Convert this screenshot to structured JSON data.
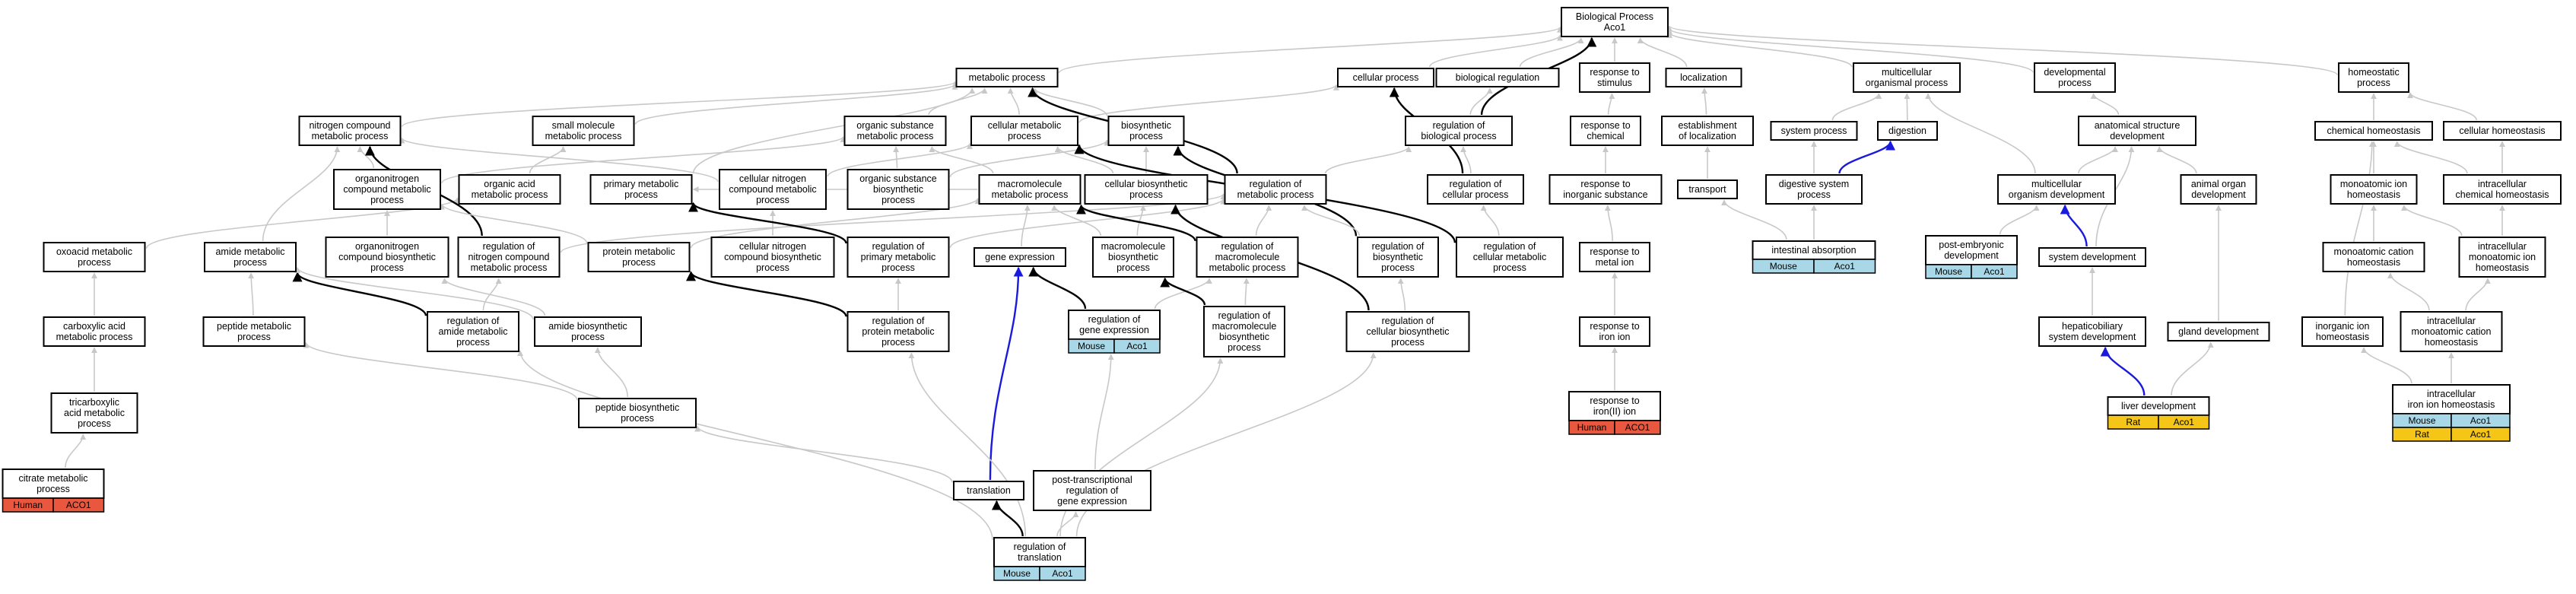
{
  "colors": {
    "mouse": "#a8d8e8",
    "human": "#e8573e",
    "rat": "#f5c518",
    "edge_gray": "#c8c8c8",
    "edge_black": "#000000",
    "edge_blue": "#1a1adc"
  },
  "nodes": [
    {
      "id": "bp",
      "lines": [
        "Biological Process",
        "Aco1"
      ]
    },
    {
      "id": "metabolic",
      "lines": [
        "metabolic process"
      ]
    },
    {
      "id": "cellular",
      "lines": [
        "cellular process"
      ]
    },
    {
      "id": "bioreg",
      "lines": [
        "biological regulation"
      ]
    },
    {
      "id": "stimulus",
      "lines": [
        "response to",
        "stimulus"
      ]
    },
    {
      "id": "localization",
      "lines": [
        "localization"
      ]
    },
    {
      "id": "multiorg",
      "lines": [
        "multicellular",
        "organismal process"
      ]
    },
    {
      "id": "devproc",
      "lines": [
        "developmental",
        "process"
      ]
    },
    {
      "id": "homeostatic",
      "lines": [
        "homeostatic",
        "process"
      ]
    },
    {
      "id": "ncomp",
      "lines": [
        "nitrogen compound",
        "metabolic process"
      ]
    },
    {
      "id": "smallmol",
      "lines": [
        "small molecule",
        "metabolic process"
      ]
    },
    {
      "id": "orgsub",
      "lines": [
        "organic substance",
        "metabolic process"
      ]
    },
    {
      "id": "cellmet",
      "lines": [
        "cellular metabolic",
        "process"
      ]
    },
    {
      "id": "biosyn",
      "lines": [
        "biosynthetic",
        "process"
      ]
    },
    {
      "id": "regbio",
      "lines": [
        "regulation of",
        "biological process"
      ]
    },
    {
      "id": "chem",
      "lines": [
        "response to",
        "chemical"
      ]
    },
    {
      "id": "estloc",
      "lines": [
        "establishment",
        "of localization"
      ]
    },
    {
      "id": "sysproc",
      "lines": [
        "system process"
      ]
    },
    {
      "id": "digestion",
      "lines": [
        "digestion"
      ]
    },
    {
      "id": "anat",
      "lines": [
        "anatomical structure",
        "development"
      ]
    },
    {
      "id": "chemhomeo",
      "lines": [
        "chemical homeostasis"
      ]
    },
    {
      "id": "cellhomeo",
      "lines": [
        "cellular homeostasis"
      ]
    },
    {
      "id": "orgn",
      "lines": [
        "organonitrogen",
        "compound metabolic",
        "process"
      ]
    },
    {
      "id": "orgacid",
      "lines": [
        "organic acid",
        "metabolic process"
      ]
    },
    {
      "id": "primary",
      "lines": [
        "primary metabolic",
        "process"
      ]
    },
    {
      "id": "cellnit",
      "lines": [
        "cellular nitrogen",
        "compound metabolic",
        "process"
      ]
    },
    {
      "id": "orgsubbio",
      "lines": [
        "organic substance",
        "biosynthetic",
        "process"
      ]
    },
    {
      "id": "macro",
      "lines": [
        "macromolecule",
        "metabolic process"
      ]
    },
    {
      "id": "cellbio",
      "lines": [
        "cellular biosynthetic",
        "process"
      ]
    },
    {
      "id": "regmet",
      "lines": [
        "regulation of",
        "metabolic process"
      ]
    },
    {
      "id": "regcell",
      "lines": [
        "regulation of",
        "cellular process"
      ]
    },
    {
      "id": "inorg",
      "lines": [
        "response to",
        "inorganic substance"
      ]
    },
    {
      "id": "transport",
      "lines": [
        "transport"
      ]
    },
    {
      "id": "digsys",
      "lines": [
        "digestive system",
        "process"
      ]
    },
    {
      "id": "multidev",
      "lines": [
        "multicellular",
        "organism development"
      ]
    },
    {
      "id": "animal",
      "lines": [
        "animal organ",
        "development"
      ]
    },
    {
      "id": "monoion",
      "lines": [
        "monoatomic ion",
        "homeostasis"
      ]
    },
    {
      "id": "intrachem",
      "lines": [
        "intracellular",
        "chemical homeostasis"
      ]
    },
    {
      "id": "oxoacid",
      "lines": [
        "oxoacid metabolic",
        "process"
      ]
    },
    {
      "id": "amide",
      "lines": [
        "amide metabolic",
        "process"
      ]
    },
    {
      "id": "orgnbio",
      "lines": [
        "organonitrogen",
        "compound biosynthetic",
        "process"
      ]
    },
    {
      "id": "regnit",
      "lines": [
        "regulation of",
        "nitrogen compound",
        "metabolic process"
      ]
    },
    {
      "id": "protein",
      "lines": [
        "protein metabolic",
        "process"
      ]
    },
    {
      "id": "cellnitbio",
      "lines": [
        "cellular nitrogen",
        "compound biosynthetic",
        "process"
      ]
    },
    {
      "id": "regprim",
      "lines": [
        "regulation of",
        "primary metabolic",
        "process"
      ]
    },
    {
      "id": "geneexp",
      "lines": [
        "gene expression"
      ]
    },
    {
      "id": "macrobio",
      "lines": [
        "macromolecule",
        "biosynthetic",
        "process"
      ]
    },
    {
      "id": "regmacro",
      "lines": [
        "regulation of",
        "macromolecule",
        "metabolic process"
      ]
    },
    {
      "id": "regbiosyn",
      "lines": [
        "regulation of",
        "biosynthetic",
        "process"
      ]
    },
    {
      "id": "regcellmet",
      "lines": [
        "regulation of",
        "cellular metabolic",
        "process"
      ]
    },
    {
      "id": "metalion",
      "lines": [
        "response to",
        "metal ion"
      ]
    },
    {
      "id": "intabs",
      "lines": [
        "intestinal absorption"
      ],
      "tags": [
        {
          "label": "Mouse",
          "kind": "mouse"
        },
        {
          "label": "Aco1",
          "kind": "mouse"
        }
      ]
    },
    {
      "id": "postemb",
      "lines": [
        "post-embryonic",
        "development"
      ],
      "tags": [
        {
          "label": "Mouse",
          "kind": "mouse"
        },
        {
          "label": "Aco1",
          "kind": "mouse"
        }
      ]
    },
    {
      "id": "sysdev",
      "lines": [
        "system development"
      ]
    },
    {
      "id": "monocat",
      "lines": [
        "monoatomic cation",
        "homeostasis"
      ]
    },
    {
      "id": "intramono",
      "lines": [
        "intracellular",
        "monoatomic ion",
        "homeostasis"
      ]
    },
    {
      "id": "carbox",
      "lines": [
        "carboxylic acid",
        "metabolic process"
      ]
    },
    {
      "id": "peptide",
      "lines": [
        "peptide metabolic",
        "process"
      ]
    },
    {
      "id": "regamide",
      "lines": [
        "regulation of",
        "amide metabolic",
        "process"
      ]
    },
    {
      "id": "amidebio",
      "lines": [
        "amide biosynthetic",
        "process"
      ]
    },
    {
      "id": "regprot",
      "lines": [
        "regulation of",
        "protein metabolic",
        "process"
      ]
    },
    {
      "id": "reggene",
      "lines": [
        "regulation of",
        "gene expression"
      ],
      "tags": [
        {
          "label": "Mouse",
          "kind": "mouse"
        },
        {
          "label": "Aco1",
          "kind": "mouse"
        }
      ]
    },
    {
      "id": "regmacrobio",
      "lines": [
        "regulation of",
        "macromolecule",
        "biosynthetic",
        "process"
      ]
    },
    {
      "id": "regcellbio",
      "lines": [
        "regulation of",
        "cellular biosynthetic",
        "process"
      ]
    },
    {
      "id": "ironion",
      "lines": [
        "response to",
        "iron ion"
      ]
    },
    {
      "id": "hepato",
      "lines": [
        "hepaticobiliary",
        "system development"
      ]
    },
    {
      "id": "gland",
      "lines": [
        "gland development"
      ]
    },
    {
      "id": "inorgion",
      "lines": [
        "inorganic ion",
        "homeostasis"
      ]
    },
    {
      "id": "intramonocat",
      "lines": [
        "intracellular",
        "monoatomic cation",
        "homeostasis"
      ]
    },
    {
      "id": "tca",
      "lines": [
        "tricarboxylic",
        "acid metabolic",
        "process"
      ]
    },
    {
      "id": "pepbio",
      "lines": [
        "peptide biosynthetic",
        "process"
      ]
    },
    {
      "id": "iron2",
      "lines": [
        "response to",
        "iron(II) ion"
      ],
      "tags": [
        {
          "label": "Human",
          "kind": "human"
        },
        {
          "label": "ACO1",
          "kind": "human"
        }
      ]
    },
    {
      "id": "liver",
      "lines": [
        "liver development"
      ],
      "tags": [
        {
          "label": "Rat",
          "kind": "rat"
        },
        {
          "label": "Aco1",
          "kind": "rat"
        }
      ]
    },
    {
      "id": "intrairon",
      "lines": [
        "intracellular",
        "iron ion homeostasis"
      ],
      "tags": [
        {
          "label": "Mouse",
          "kind": "mouse"
        },
        {
          "label": "Aco1",
          "kind": "mouse"
        },
        {
          "label": "Rat",
          "kind": "rat"
        },
        {
          "label": "Aco1",
          "kind": "rat"
        }
      ]
    },
    {
      "id": "citrate",
      "lines": [
        "citrate metabolic",
        "process"
      ],
      "tags": [
        {
          "label": "Human",
          "kind": "human"
        },
        {
          "label": "ACO1",
          "kind": "human"
        }
      ]
    },
    {
      "id": "translation",
      "lines": [
        "translation"
      ]
    },
    {
      "id": "posttrans",
      "lines": [
        "post-transcriptional",
        "regulation of",
        "gene expression"
      ]
    },
    {
      "id": "regtrans",
      "lines": [
        "regulation of",
        "translation"
      ],
      "tags": [
        {
          "label": "Mouse",
          "kind": "mouse"
        },
        {
          "label": "Aco1",
          "kind": "mouse"
        }
      ]
    }
  ],
  "edges": [
    {
      "from": "metabolic",
      "to": "bp",
      "kind": "gray"
    },
    {
      "from": "cellular",
      "to": "bp",
      "kind": "gray"
    },
    {
      "from": "bioreg",
      "to": "bp",
      "kind": "gray"
    },
    {
      "from": "stimulus",
      "to": "bp",
      "kind": "gray"
    },
    {
      "from": "localization",
      "to": "bp",
      "kind": "gray"
    },
    {
      "from": "multiorg",
      "to": "bp",
      "kind": "gray"
    },
    {
      "from": "devproc",
      "to": "bp",
      "kind": "gray"
    },
    {
      "from": "homeostatic",
      "to": "bp",
      "kind": "gray"
    },
    {
      "from": "ncomp",
      "to": "metabolic",
      "kind": "gray"
    },
    {
      "from": "smallmol",
      "to": "metabolic",
      "kind": "gray"
    },
    {
      "from": "orgsub",
      "to": "metabolic",
      "kind": "gray"
    },
    {
      "from": "cellmet",
      "to": "metabolic",
      "kind": "gray"
    },
    {
      "from": "biosyn",
      "to": "metabolic",
      "kind": "gray"
    },
    {
      "from": "cellmet",
      "to": "cellular",
      "kind": "gray"
    },
    {
      "from": "regbio",
      "to": "bioreg",
      "kind": "gray"
    },
    {
      "from": "chem",
      "to": "stimulus",
      "kind": "gray"
    },
    {
      "from": "estloc",
      "to": "localization",
      "kind": "gray"
    },
    {
      "from": "sysproc",
      "to": "multiorg",
      "kind": "gray"
    },
    {
      "from": "digestion",
      "to": "multiorg",
      "kind": "gray"
    },
    {
      "from": "anat",
      "to": "devproc",
      "kind": "gray"
    },
    {
      "from": "chemhomeo",
      "to": "homeostatic",
      "kind": "gray"
    },
    {
      "from": "cellhomeo",
      "to": "homeostatic",
      "kind": "gray"
    },
    {
      "from": "orgn",
      "to": "ncomp",
      "kind": "gray"
    },
    {
      "from": "orgn",
      "to": "orgsub",
      "kind": "gray"
    },
    {
      "from": "orgacid",
      "to": "smallmol",
      "kind": "gray"
    },
    {
      "from": "primary",
      "to": "metabolic",
      "kind": "gray"
    },
    {
      "from": "cellnit",
      "to": "ncomp",
      "kind": "gray"
    },
    {
      "from": "cellnit",
      "to": "cellmet",
      "kind": "gray"
    },
    {
      "from": "orgsubbio",
      "to": "orgsub",
      "kind": "gray"
    },
    {
      "from": "orgsubbio",
      "to": "biosyn",
      "kind": "gray"
    },
    {
      "from": "macro",
      "to": "orgsub",
      "kind": "gray"
    },
    {
      "from": "macro",
      "to": "primary",
      "kind": "gray"
    },
    {
      "from": "cellbio",
      "to": "cellmet",
      "kind": "gray"
    },
    {
      "from": "cellbio",
      "to": "biosyn",
      "kind": "gray"
    },
    {
      "from": "regmet",
      "to": "regbio",
      "kind": "gray"
    },
    {
      "from": "regmet",
      "to": "metabolic",
      "kind": "black"
    },
    {
      "from": "regcell",
      "to": "regbio",
      "kind": "gray"
    },
    {
      "from": "regcell",
      "to": "cellular",
      "kind": "black"
    },
    {
      "from": "regbio",
      "to": "bp",
      "kind": "black"
    },
    {
      "from": "inorg",
      "to": "chem",
      "kind": "gray"
    },
    {
      "from": "transport",
      "to": "estloc",
      "kind": "gray"
    },
    {
      "from": "digsys",
      "to": "sysproc",
      "kind": "gray"
    },
    {
      "from": "digsys",
      "to": "digestion",
      "kind": "blue"
    },
    {
      "from": "multidev",
      "to": "anat",
      "kind": "gray"
    },
    {
      "from": "multidev",
      "to": "multiorg",
      "kind": "gray"
    },
    {
      "from": "animal",
      "to": "anat",
      "kind": "gray"
    },
    {
      "from": "monoion",
      "to": "chemhomeo",
      "kind": "gray"
    },
    {
      "from": "intrachem",
      "to": "chemhomeo",
      "kind": "gray"
    },
    {
      "from": "intrachem",
      "to": "cellhomeo",
      "kind": "gray"
    },
    {
      "from": "oxoacid",
      "to": "orgacid",
      "kind": "gray"
    },
    {
      "from": "amide",
      "to": "ncomp",
      "kind": "gray"
    },
    {
      "from": "orgnbio",
      "to": "orgn",
      "kind": "gray"
    },
    {
      "from": "regnit",
      "to": "ncomp",
      "kind": "black"
    },
    {
      "from": "regnit",
      "to": "regmet",
      "kind": "gray"
    },
    {
      "from": "protein",
      "to": "orgn",
      "kind": "gray"
    },
    {
      "from": "protein",
      "to": "macro",
      "kind": "gray"
    },
    {
      "from": "cellnitbio",
      "to": "cellnit",
      "kind": "gray"
    },
    {
      "from": "regprim",
      "to": "primary",
      "kind": "black"
    },
    {
      "from": "regprim",
      "to": "regmet",
      "kind": "gray"
    },
    {
      "from": "geneexp",
      "to": "macro",
      "kind": "gray"
    },
    {
      "from": "macrobio",
      "to": "macro",
      "kind": "gray"
    },
    {
      "from": "macrobio",
      "to": "cellbio",
      "kind": "gray"
    },
    {
      "from": "regmacro",
      "to": "macro",
      "kind": "black"
    },
    {
      "from": "regmacro",
      "to": "regmet",
      "kind": "gray"
    },
    {
      "from": "regbiosyn",
      "to": "biosyn",
      "kind": "black"
    },
    {
      "from": "regbiosyn",
      "to": "regmet",
      "kind": "gray"
    },
    {
      "from": "regcellmet",
      "to": "cellmet",
      "kind": "black"
    },
    {
      "from": "regcellmet",
      "to": "regcell",
      "kind": "gray"
    },
    {
      "from": "metalion",
      "to": "inorg",
      "kind": "gray"
    },
    {
      "from": "intabs",
      "to": "digsys",
      "kind": "gray"
    },
    {
      "from": "intabs",
      "to": "transport",
      "kind": "gray"
    },
    {
      "from": "postemb",
      "to": "multidev",
      "kind": "gray"
    },
    {
      "from": "sysdev",
      "to": "multidev",
      "kind": "blue"
    },
    {
      "from": "sysdev",
      "to": "anat",
      "kind": "gray"
    },
    {
      "from": "monocat",
      "to": "monoion",
      "kind": "gray"
    },
    {
      "from": "intramono",
      "to": "monoion",
      "kind": "gray"
    },
    {
      "from": "intramono",
      "to": "intrachem",
      "kind": "gray"
    },
    {
      "from": "carbox",
      "to": "oxoacid",
      "kind": "gray"
    },
    {
      "from": "peptide",
      "to": "amide",
      "kind": "gray"
    },
    {
      "from": "regamide",
      "to": "amide",
      "kind": "black"
    },
    {
      "from": "regamide",
      "to": "regnit",
      "kind": "gray"
    },
    {
      "from": "amidebio",
      "to": "amide",
      "kind": "gray"
    },
    {
      "from": "amidebio",
      "to": "orgnbio",
      "kind": "gray"
    },
    {
      "from": "regprot",
      "to": "protein",
      "kind": "black"
    },
    {
      "from": "regprot",
      "to": "regprim",
      "kind": "gray"
    },
    {
      "from": "reggene",
      "to": "geneexp",
      "kind": "black"
    },
    {
      "from": "reggene",
      "to": "regmacro",
      "kind": "gray"
    },
    {
      "from": "regmacrobio",
      "to": "macrobio",
      "kind": "black"
    },
    {
      "from": "regmacrobio",
      "to": "regmacro",
      "kind": "gray"
    },
    {
      "from": "regcellbio",
      "to": "cellbio",
      "kind": "black"
    },
    {
      "from": "regcellbio",
      "to": "regbiosyn",
      "kind": "gray"
    },
    {
      "from": "ironion",
      "to": "metalion",
      "kind": "gray"
    },
    {
      "from": "hepato",
      "to": "sysdev",
      "kind": "gray"
    },
    {
      "from": "gland",
      "to": "animal",
      "kind": "gray"
    },
    {
      "from": "inorgion",
      "to": "chemhomeo",
      "kind": "gray"
    },
    {
      "from": "intramonocat",
      "to": "monocat",
      "kind": "gray"
    },
    {
      "from": "intramonocat",
      "to": "intramono",
      "kind": "gray"
    },
    {
      "from": "tca",
      "to": "carbox",
      "kind": "gray"
    },
    {
      "from": "pepbio",
      "to": "peptide",
      "kind": "gray"
    },
    {
      "from": "pepbio",
      "to": "amidebio",
      "kind": "gray"
    },
    {
      "from": "iron2",
      "to": "ironion",
      "kind": "gray"
    },
    {
      "from": "liver",
      "to": "hepato",
      "kind": "blue"
    },
    {
      "from": "liver",
      "to": "gland",
      "kind": "gray"
    },
    {
      "from": "intrairon",
      "to": "intramonocat",
      "kind": "gray"
    },
    {
      "from": "intrairon",
      "to": "inorgion",
      "kind": "gray"
    },
    {
      "from": "citrate",
      "to": "tca",
      "kind": "gray"
    },
    {
      "from": "translation",
      "to": "pepbio",
      "kind": "gray"
    },
    {
      "from": "translation",
      "to": "geneexp",
      "kind": "blue"
    },
    {
      "from": "posttrans",
      "to": "reggene",
      "kind": "gray"
    },
    {
      "from": "regtrans",
      "to": "translation",
      "kind": "black"
    },
    {
      "from": "regtrans",
      "to": "posttrans",
      "kind": "gray"
    },
    {
      "from": "regtrans",
      "to": "regamide",
      "kind": "gray"
    },
    {
      "from": "regtrans",
      "to": "regprot",
      "kind": "gray"
    },
    {
      "from": "regtrans",
      "to": "regmacrobio",
      "kind": "gray"
    },
    {
      "from": "regtrans",
      "to": "regcellbio",
      "kind": "gray"
    }
  ]
}
